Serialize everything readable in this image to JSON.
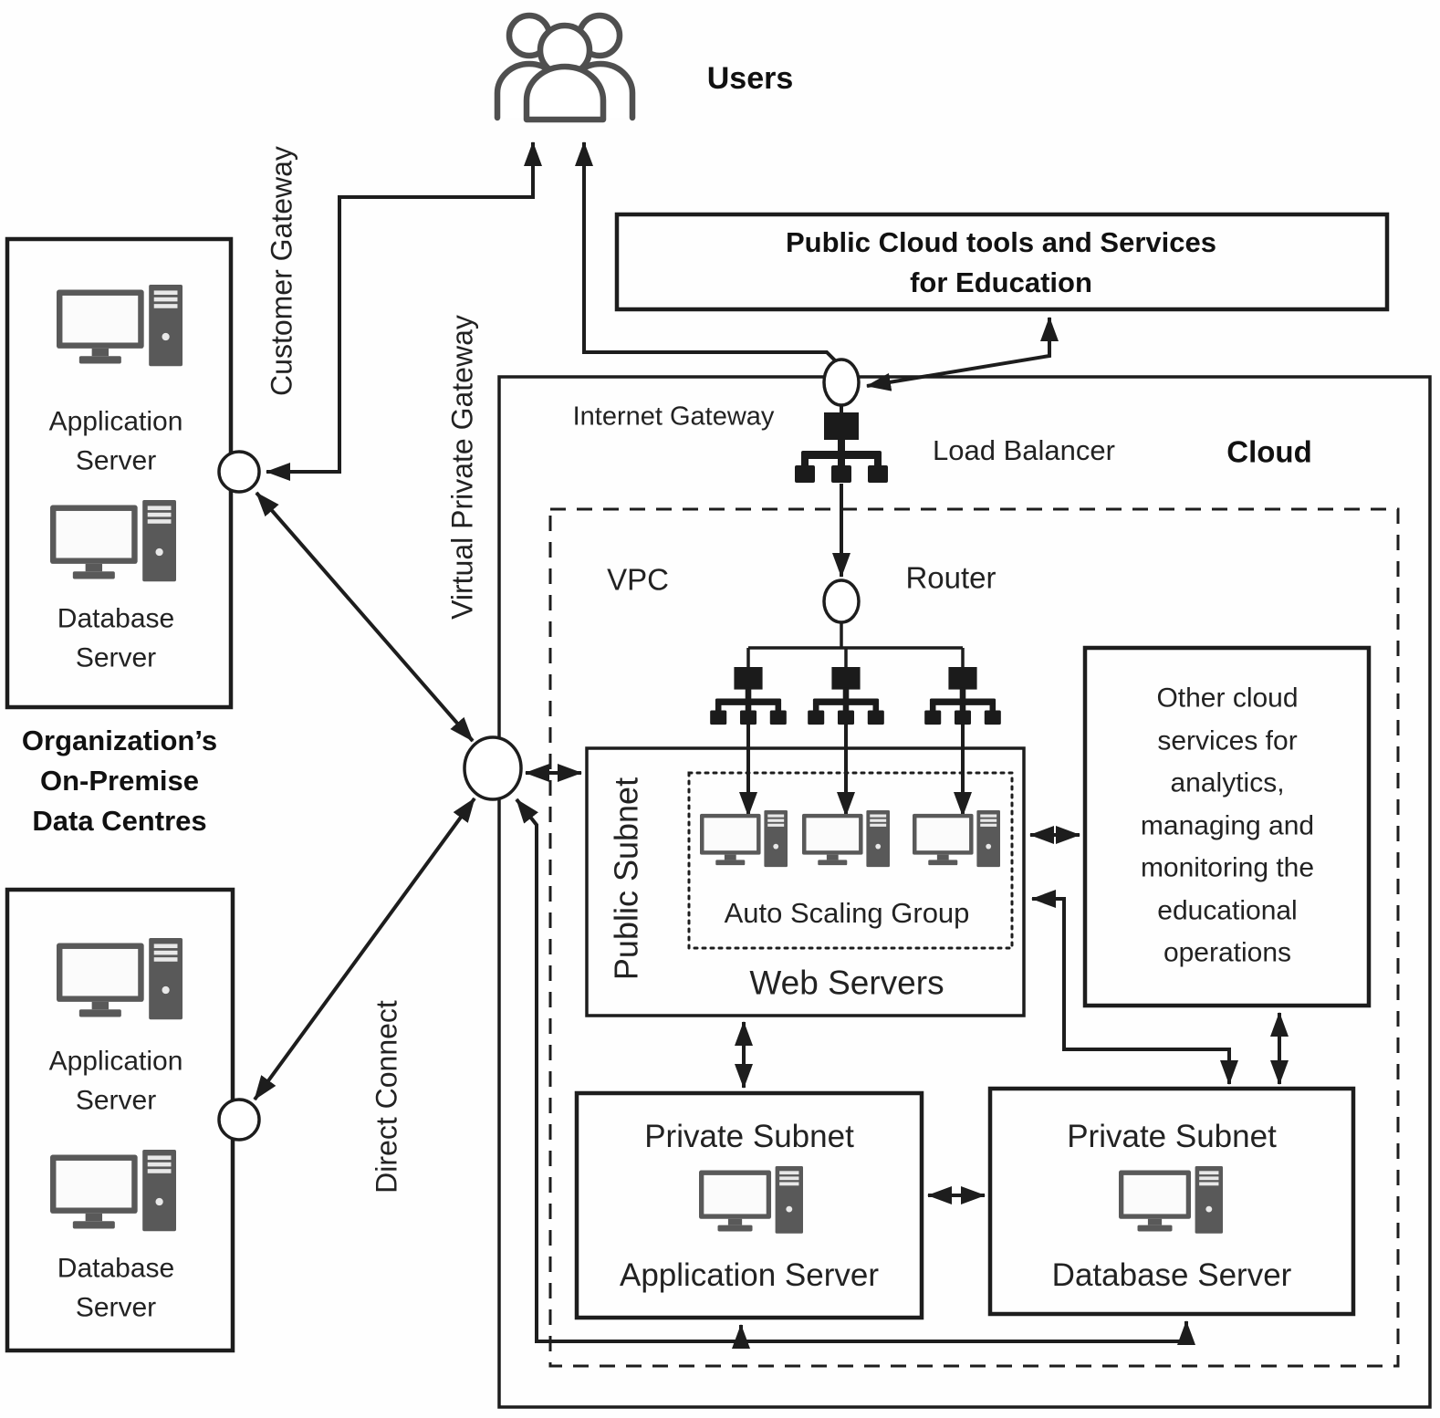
{
  "users": {
    "label": "Users"
  },
  "public_cloud": {
    "label": "Public Cloud tools and Services for Education"
  },
  "cloud": {
    "label": "Cloud",
    "internet_gateway": "Internet Gateway",
    "load_balancer": "Load Balancer",
    "vpc": "VPC",
    "router": "Router",
    "public_subnet": {
      "label": "Public Subnet",
      "auto_scaling": "Auto Scaling Group",
      "web_servers": "Web Servers"
    },
    "other_services": {
      "label": "Other cloud\nservices for\nanalytics,\nmanaging and\nmonitoring the\neducational\noperations"
    },
    "private_subnet_app": {
      "label": "Private Subnet",
      "server": "Application Server"
    },
    "private_subnet_db": {
      "label": "Private Subnet",
      "server": "Database Server"
    }
  },
  "on_premise": {
    "caption": "Organization’s\nOn-Premise\nData Centres",
    "dc1": {
      "app": "Application\nServer",
      "db": "Database\nServer"
    },
    "dc2": {
      "app": "Application\nServer",
      "db": "Database\nServer"
    }
  },
  "gateways": {
    "customer": "Customer Gateway",
    "virtual_private": "Virtual Private Gateway",
    "direct_connect": "Direct Connect"
  },
  "colors": {
    "line": "#1d1d1d",
    "icon": "#595959",
    "background": "#fefefe"
  },
  "icons": [
    "users-icon",
    "computer-icon",
    "load-balancer-icon",
    "gateway-node-circle",
    "router-circle",
    "internet-gateway-circle"
  ]
}
